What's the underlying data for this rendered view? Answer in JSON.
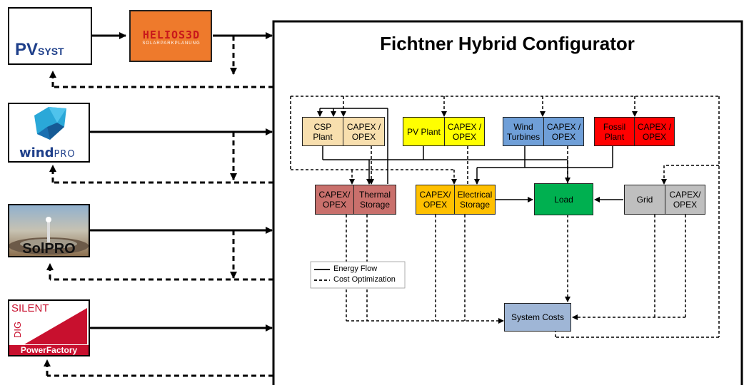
{
  "title": "Fichtner Hybrid Configurator",
  "software": {
    "pvsyst": {
      "p1": "PV",
      "p2": "SYST"
    },
    "helios": {
      "name": "HELIOS3D",
      "sub": "SOLARPARKPLANUNG"
    },
    "windpro": {
      "p1": "wind",
      "p2": "PRO"
    },
    "solpro": {
      "name": "SolPRO"
    },
    "powerfactory": {
      "line1": "SILENT",
      "vertical": "DIG",
      "name": "PowerFactory"
    }
  },
  "blocks": {
    "csp_plant": "CSP\nPlant",
    "csp_capex": "CAPEX /\nOPEX",
    "pv_plant": "PV Plant",
    "pv_capex": "CAPEX /\nOPEX",
    "wind_turbines": "Wind\nTurbines",
    "wind_capex": "CAPEX /\nOPEX",
    "fossil_plant": "Fossil\nPlant",
    "fossil_capex": "CAPEX /\nOPEX",
    "thermal_capex": "CAPEX/\nOPEX",
    "thermal_storage": "Thermal\nStorage",
    "electrical_capex": "CAPEX/\nOPEX",
    "electrical_storage": "Electrical\nStorage",
    "load": "Load",
    "grid": "Grid",
    "grid_capex": "CAPEX/\nOPEX",
    "system_costs": "System Costs"
  },
  "legend": {
    "energy_flow": "Energy Flow",
    "cost_optimization": "Cost Optimization"
  },
  "colors": {
    "csp": "#f8dfae",
    "pv": "#ffff00",
    "wind": "#6f9fd8",
    "fossil": "#ff0000",
    "thermal": "#c9706c",
    "electrical": "#ffc000",
    "load": "#00b050",
    "grid": "#bfbfbf",
    "system_costs": "#9fb6d6",
    "helios_bg": "#ee7a2c",
    "pvsyst_blue": "#1e3f8a",
    "windpro_blue": "#1e3f8a",
    "digsilent_red": "#c8102e"
  }
}
